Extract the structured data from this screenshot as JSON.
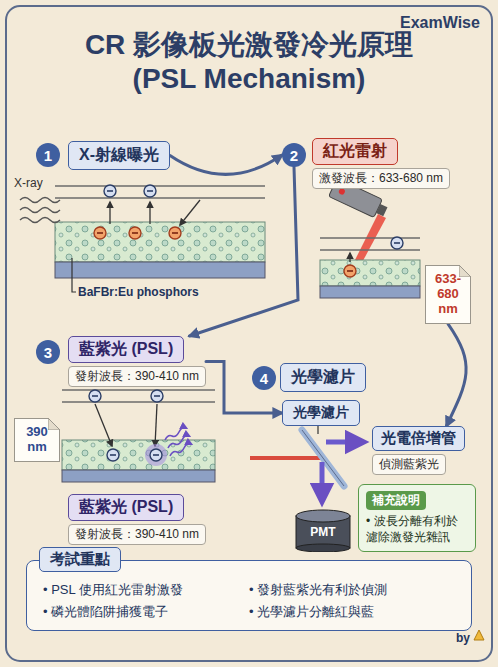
{
  "diagram": {
    "title": "CR 影像板光激發冷光原理 (PSL Mechanism)",
    "nodes": [
      {
        "text": [
          "1"
        ]
      },
      {
        "text": [
          "X-射線曝光"
        ]
      },
      {
        "text": [
          "2"
        ]
      },
      {
        "text": [
          "紅光雷射",
          "激發波長：633-680 nm"
        ]
      },
      {
        "text": [
          "633- 680 nm"
        ]
      },
      {
        "text": [
          "3"
        ]
      },
      {
        "text": [
          "藍紫光 (PSL)",
          "發射波長：390-410 nm"
        ]
      },
      {
        "text": [
          "390 nm"
        ]
      },
      {
        "text": [
          "藍紫光 (PSL)",
          "發射波長：390-410 nm"
        ]
      },
      {
        "text": [
          "4"
        ]
      },
      {
        "text": [
          "光學濾片"
        ]
      },
      {
        "text": [
          "光學濾片"
        ]
      },
      {
        "text": [
          "光電倍增管",
          "偵測藍紫光"
        ]
      },
      {
        "text": [
          "PMT"
        ]
      },
      {
        "text": [
          "補充說明",
          "• 波長分離有利於濾除激發光雜訊"
        ]
      },
      {
        "text": [
          "考試重點",
          "• PSL 使用紅光雷射激發",
          "• 發射藍紫光有利於偵測",
          "• 磷光體陷阱捕獲電子",
          "• 光學濾片分離紅與藍"
        ]
      }
    ],
    "edges": [
      {
        "from": 1,
        "to": 2,
        "arrow": "to"
      },
      {
        "from": 2,
        "to": 6,
        "arrow": "to"
      },
      {
        "from": 6,
        "to": 11,
        "arrow": "to"
      },
      {
        "from": 4,
        "to": 12,
        "arrow": "to"
      }
    ],
    "labels": [
      "ExamWise",
      "X-ray",
      "BaFBr:Eu phosphors",
      "by"
    ]
  }
}
